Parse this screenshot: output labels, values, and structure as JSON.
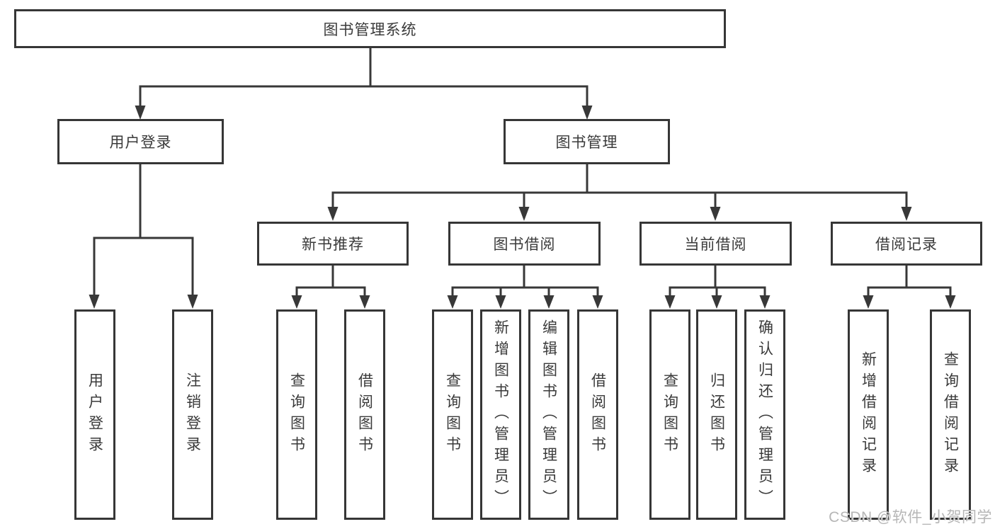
{
  "colors": {
    "line": "#383838",
    "border": "#363636",
    "text": "#3a3a3a",
    "watermark": "#b3b3b3",
    "background": "#ffffff"
  },
  "diagram": {
    "root": {
      "label": "图书管理系统"
    },
    "branches": [
      {
        "label": "用户登录",
        "leaves": [
          {
            "label": "用户登录"
          },
          {
            "label": "注销登录"
          }
        ]
      },
      {
        "label": "图书管理",
        "groups": [
          {
            "label": "新书推荐",
            "leaves": [
              {
                "label": "查询图书"
              },
              {
                "label": "借阅图书"
              }
            ]
          },
          {
            "label": "图书借阅",
            "leaves": [
              {
                "label": "查询图书"
              },
              {
                "label": "新增图书（管理员）"
              },
              {
                "label": "编辑图书（管理员）"
              },
              {
                "label": "借阅图书"
              }
            ]
          },
          {
            "label": "当前借阅",
            "leaves": [
              {
                "label": "查询图书"
              },
              {
                "label": "归还图书"
              },
              {
                "label": "确认归还（管理员）"
              }
            ]
          },
          {
            "label": "借阅记录",
            "leaves": [
              {
                "label": "新增借阅记录"
              },
              {
                "label": "查询借阅记录"
              }
            ]
          }
        ]
      }
    ]
  },
  "watermark": {
    "text": "CSDN @软件_小贺同学"
  }
}
